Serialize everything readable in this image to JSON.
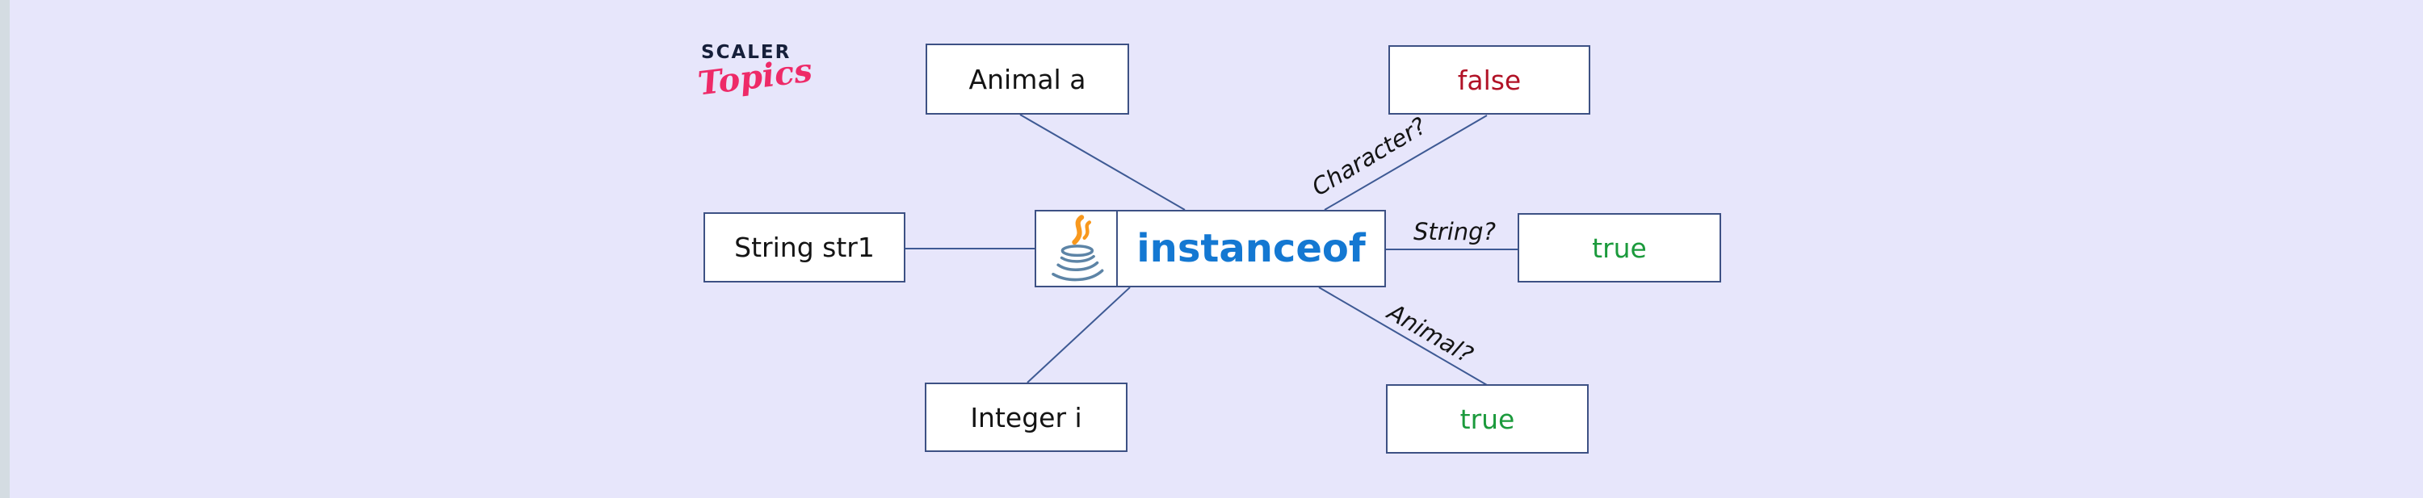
{
  "background": {
    "page_bg": "#e7e6fb",
    "left_strip": "#d4dce2"
  },
  "logo": {
    "brand": "SCALER",
    "product": "Topics",
    "brand_color": "#161f3a",
    "script_color": "#ee2a68"
  },
  "nodes": {
    "animal": {
      "label": "Animal a",
      "color": "#141414"
    },
    "false_result": {
      "label": "false",
      "color": "#b11226"
    },
    "string_var": {
      "label": "String str1",
      "color": "#141414"
    },
    "operator": {
      "label": "instanceof",
      "color": "#1478d2"
    },
    "true_mid": {
      "label": "true",
      "color": "#1b9a3c"
    },
    "integer_var": {
      "label": "Integer i",
      "color": "#141414"
    },
    "true_bottom": {
      "label": "true",
      "color": "#1b9a3c"
    }
  },
  "edge_labels": {
    "character": "Character?",
    "string": "String?",
    "animal": "Animal?"
  },
  "icon_colors": {
    "java_steam": "#f8981d",
    "java_cup": "#5d84a6"
  },
  "diagram": {
    "line_color": "#3e5a94",
    "box_border": "#3d5184"
  }
}
